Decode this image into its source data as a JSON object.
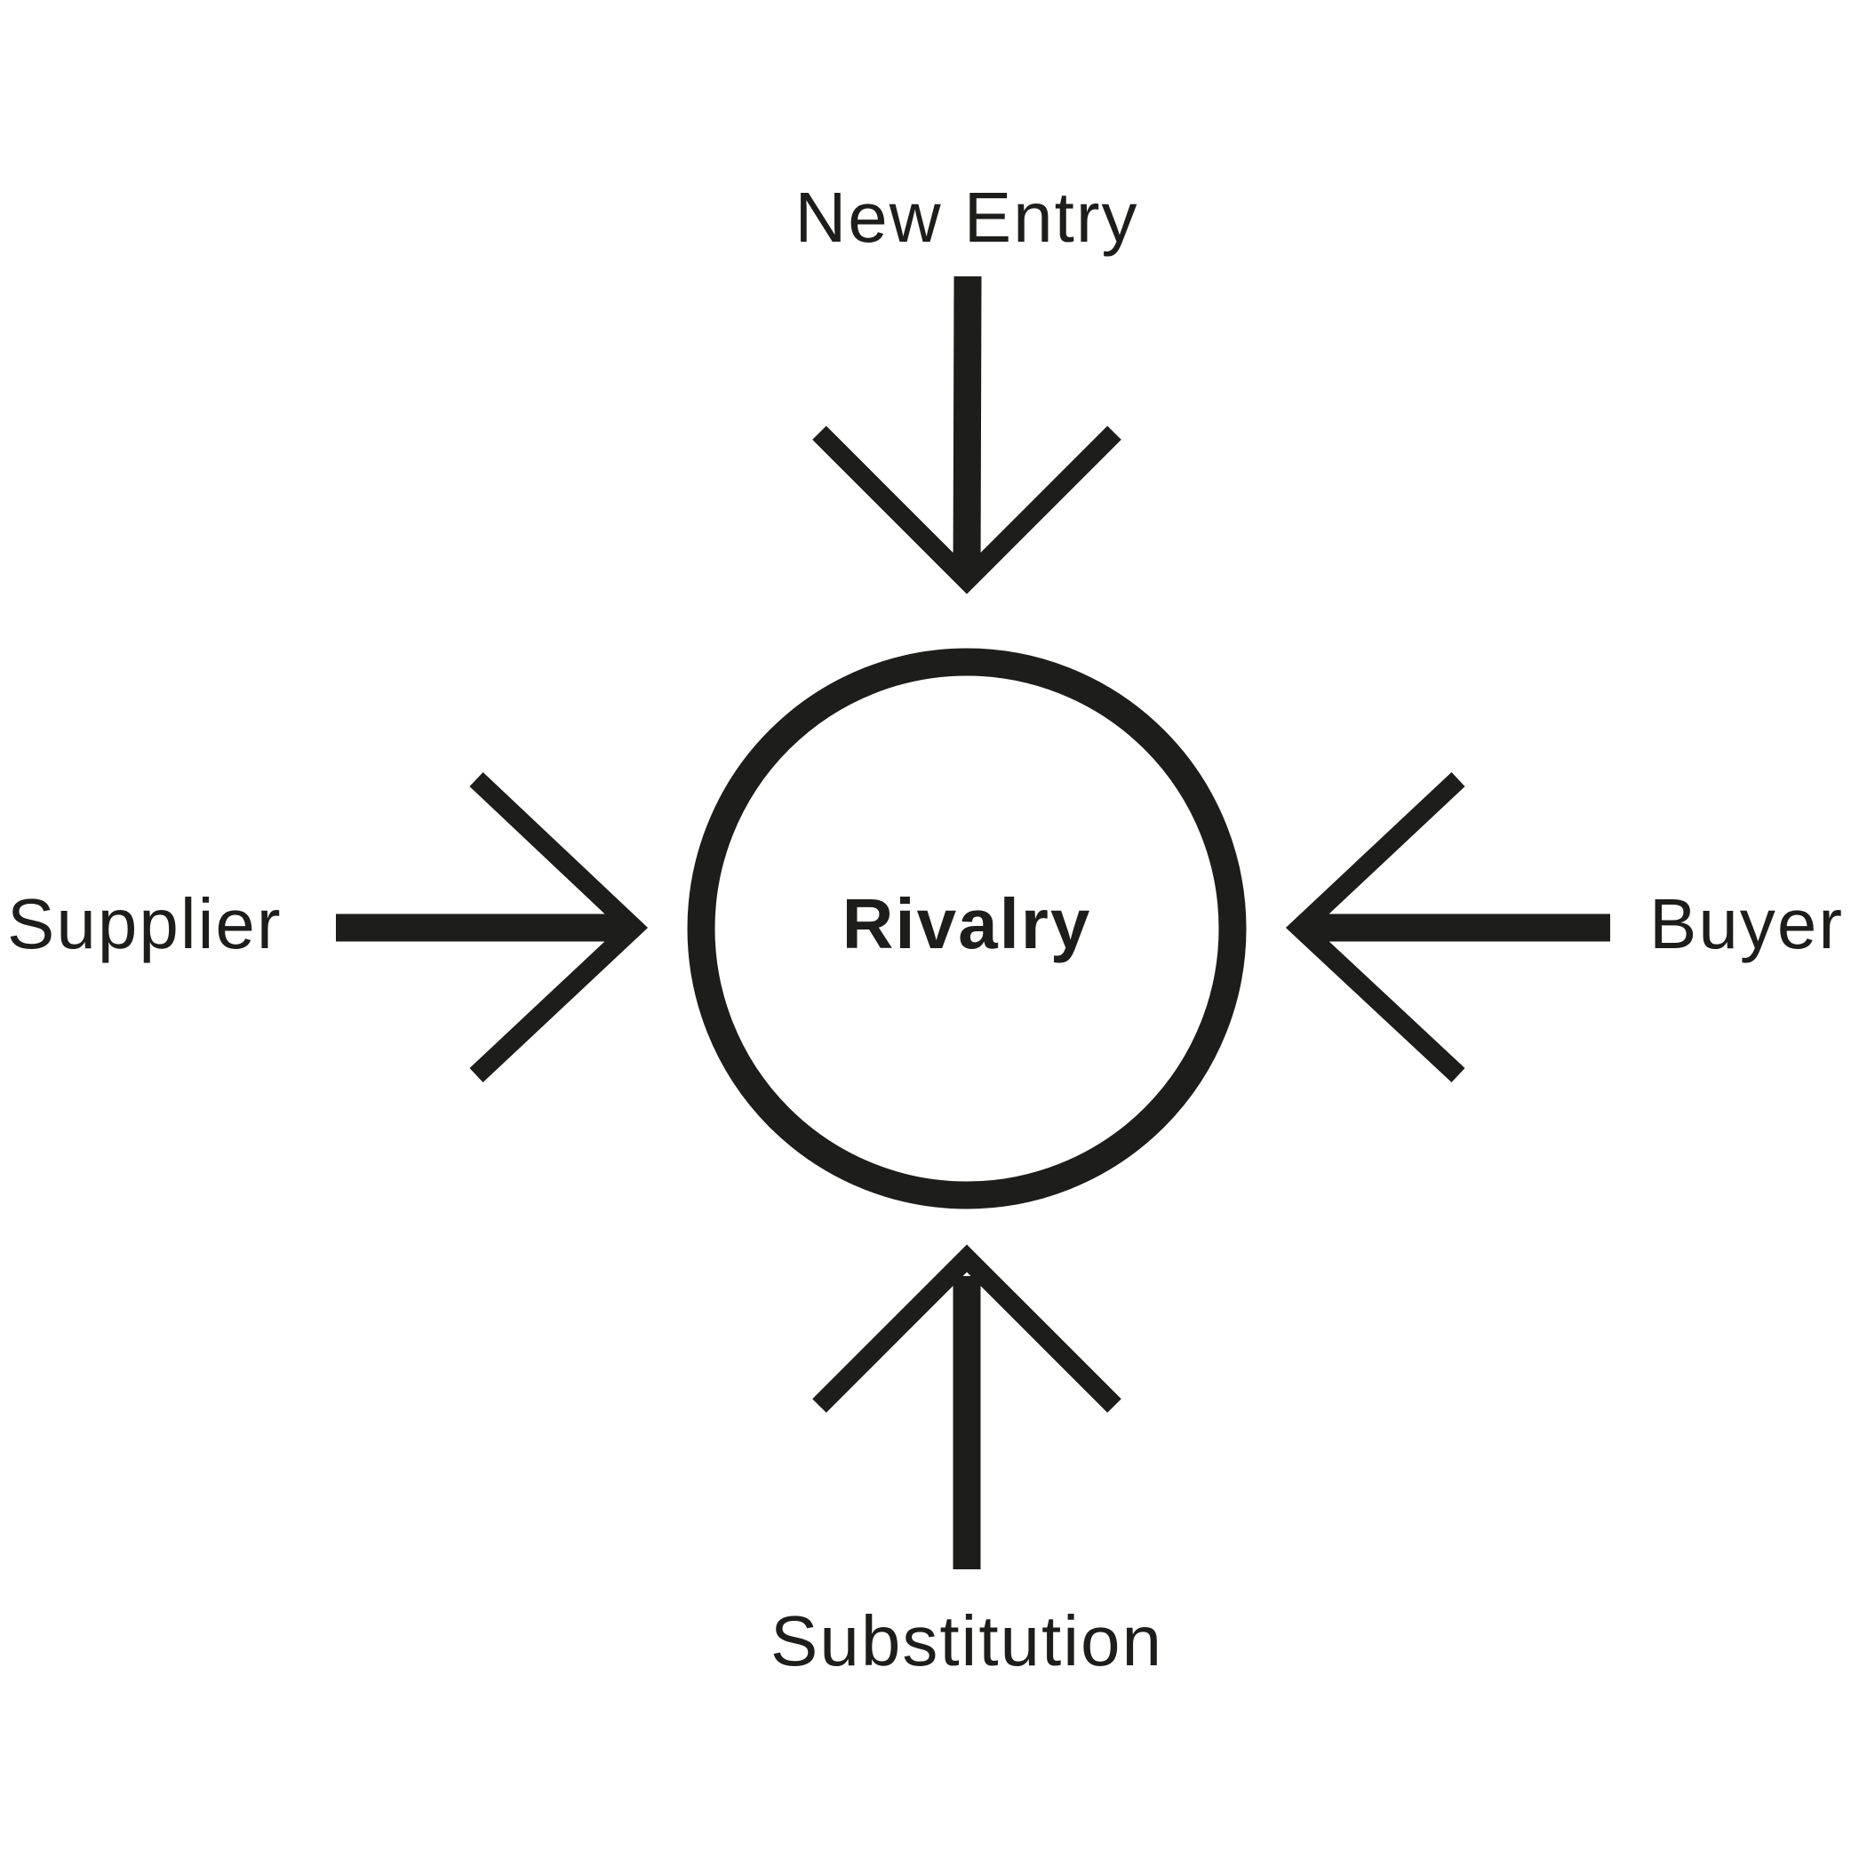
{
  "diagram": {
    "center": {
      "label": "Rivalry"
    },
    "forces": {
      "top": {
        "label": "New Entry"
      },
      "left": {
        "label": "Supplier"
      },
      "right": {
        "label": "Buyer"
      },
      "bottom": {
        "label": "Substitution"
      }
    }
  }
}
